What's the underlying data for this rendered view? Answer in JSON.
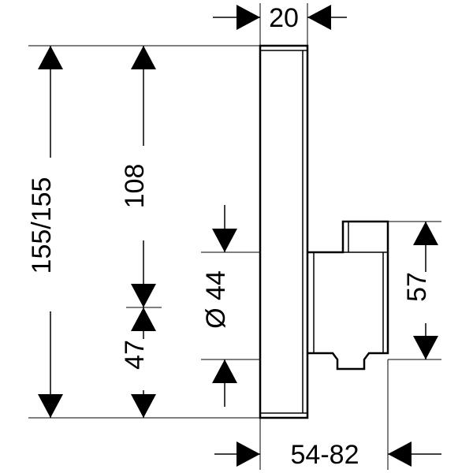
{
  "dimensions": {
    "top_width": "20",
    "total_height": "155/155",
    "upper_height": "108",
    "diameter": "Ø 44",
    "lower_height": "47",
    "module_height": "57",
    "depth_range": "54-82"
  },
  "colors": {
    "ink": "#000000",
    "background": "#ffffff"
  }
}
